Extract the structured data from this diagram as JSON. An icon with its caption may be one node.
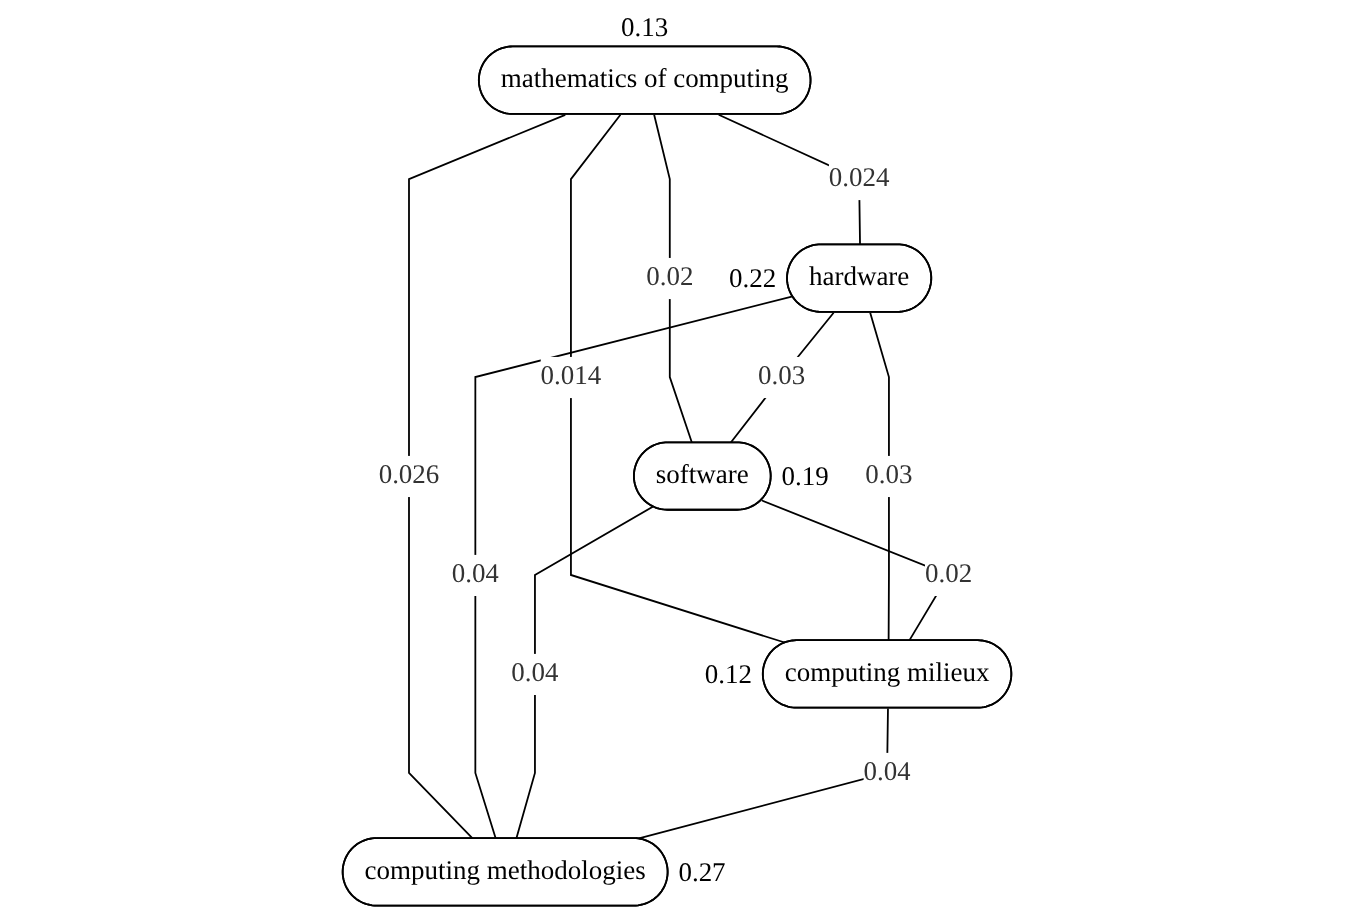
{
  "diagram": {
    "nodes": [
      {
        "text": [
          "mathematics of computing"
        ],
        "beside": [
          "0.13"
        ]
      },
      {
        "text": [
          "hardware"
        ],
        "beside": [
          "0.22"
        ]
      },
      {
        "text": [
          "software"
        ],
        "beside": [
          "0.19"
        ]
      },
      {
        "text": [
          "computing milieux"
        ],
        "beside": [
          "0.12"
        ]
      },
      {
        "text": [
          "computing methodologies"
        ],
        "beside": [
          "0.27"
        ]
      }
    ],
    "edges": [
      {
        "from": 0,
        "to": 1,
        "arrow": "none",
        "label": "0.024"
      },
      {
        "from": 0,
        "to": 2,
        "arrow": "none",
        "label": "0.02"
      },
      {
        "from": 0,
        "to": 3,
        "arrow": "none",
        "label": "0.014"
      },
      {
        "from": 0,
        "to": 4,
        "arrow": "none",
        "label": "0.026"
      },
      {
        "from": 1,
        "to": 2,
        "arrow": "none",
        "label": "0.03"
      },
      {
        "from": 1,
        "to": 3,
        "arrow": "none",
        "label": "0.03"
      },
      {
        "from": 1,
        "to": 4,
        "arrow": "none",
        "label": "0.04"
      },
      {
        "from": 2,
        "to": 3,
        "arrow": "none",
        "label": "0.02"
      },
      {
        "from": 2,
        "to": 4,
        "arrow": "none",
        "label": "0.04"
      },
      {
        "from": 3,
        "to": 4,
        "arrow": "none",
        "label": "0.04"
      }
    ]
  }
}
